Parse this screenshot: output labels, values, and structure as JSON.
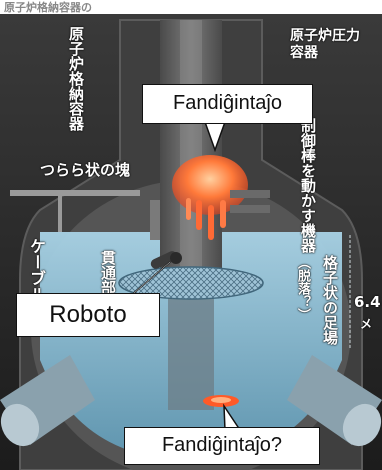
{
  "header_partial": "原子炉格納容器の",
  "labels": {
    "containment_vessel": "原子炉格納容器",
    "pressure_vessel": "原子炉圧力容器",
    "control_rod_drive": "制御棒を動かす機器",
    "icicle_lump": "つらら状の塊",
    "cable": "ケーブル",
    "penetration": "貫通部",
    "grating": "格子状の足場",
    "grating_note": "（脱落？）",
    "distance_value": "6.4",
    "distance_unit": "メ"
  },
  "callouts": {
    "fuel_top": "Fandiĝintaĵo",
    "robot": "Roboto",
    "fuel_bottom": "Fandiĝintaĵo?"
  },
  "colors": {
    "background_dark": "#2e2e2e",
    "water": "#7fb6cf",
    "molten_debris": "#ff5a28",
    "label_text": "#ffffff",
    "callout_bg": "#ffffff"
  }
}
